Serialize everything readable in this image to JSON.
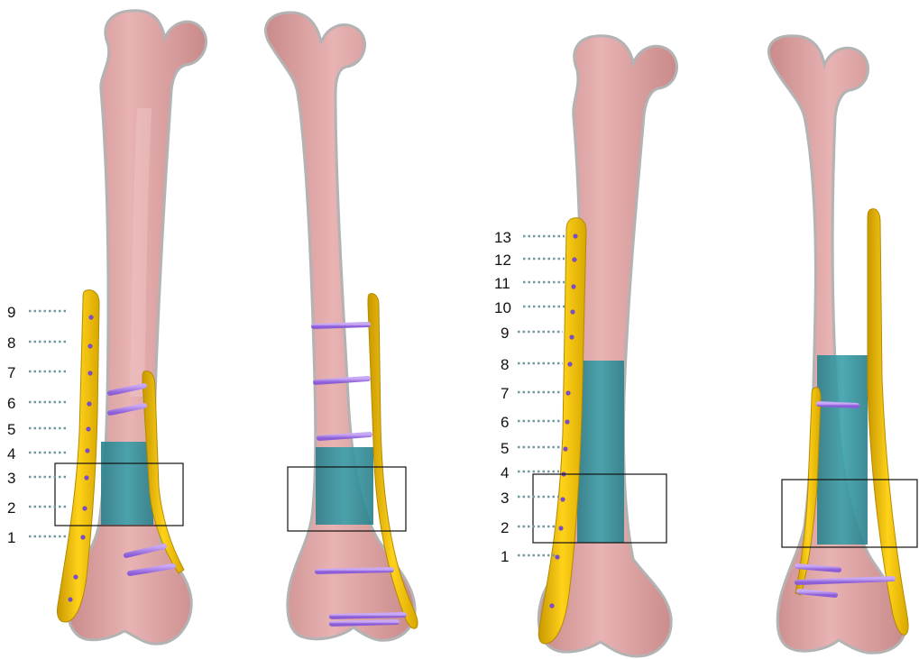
{
  "colors": {
    "bone": "#d99a9a",
    "bone_light": "#ecbdbd",
    "bone_outline": "#b8b8b8",
    "plate": "#f5c800",
    "plate_dark": "#c99800",
    "plate_hole": "#7a4dc4",
    "screw": "#9b6fe0",
    "defect": "#2f8f9a",
    "leader": "#6f9a9f",
    "label_text": "#111111",
    "box": "#111111"
  },
  "figures": [
    {
      "id": "short-plate-construct",
      "hole_labels": [
        "9",
        "8",
        "7",
        "6",
        "5",
        "4",
        "3",
        "2",
        "1"
      ]
    },
    {
      "id": "long-plate-construct",
      "hole_labels": [
        "13",
        "12",
        "11",
        "10",
        "9",
        "8",
        "7",
        "6",
        "5",
        "4",
        "3",
        "2",
        "1"
      ]
    }
  ]
}
